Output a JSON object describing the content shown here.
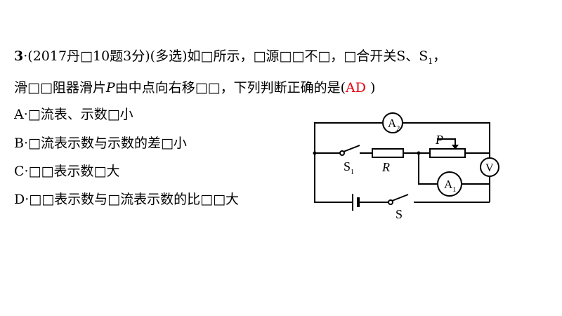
{
  "question": {
    "number": "3",
    "separator": "·",
    "source": "(2017丹□10题3分)(多选)",
    "stem_line1": "如□所示，□源□□不□，□合开关S、S",
    "stem_line1_sub": "1",
    "stem_line1_end": "，",
    "stem_line2_a": "滑□□阻器滑片",
    "stem_line2_p": "P",
    "stem_line2_b": "由中点向右移□□，下列判断正确的是(",
    "answer": "AD",
    "stem_line2_close": " )"
  },
  "options": [
    {
      "letter": "A",
      "sep": "·",
      "text": "□流表、示数□小"
    },
    {
      "letter": "B",
      "sep": "·",
      "text": "□流表示数与示数的差□小"
    },
    {
      "letter": "C",
      "sep": "·",
      "text": "□□表示数□大"
    },
    {
      "letter": "D",
      "sep": "·",
      "text": "□□表示数与□流表示数的比□□大"
    }
  ],
  "circuit": {
    "ammeter_a2": "A",
    "ammeter_a2_sub": "2",
    "ammeter_a1": "A",
    "ammeter_a1_sub": "1",
    "voltmeter": "V",
    "slider": "P",
    "resistor": "R",
    "switch_s1": "S",
    "switch_s1_sub": "1",
    "switch_s": "S"
  },
  "colors": {
    "answer": "#e60012",
    "text": "#000000"
  }
}
